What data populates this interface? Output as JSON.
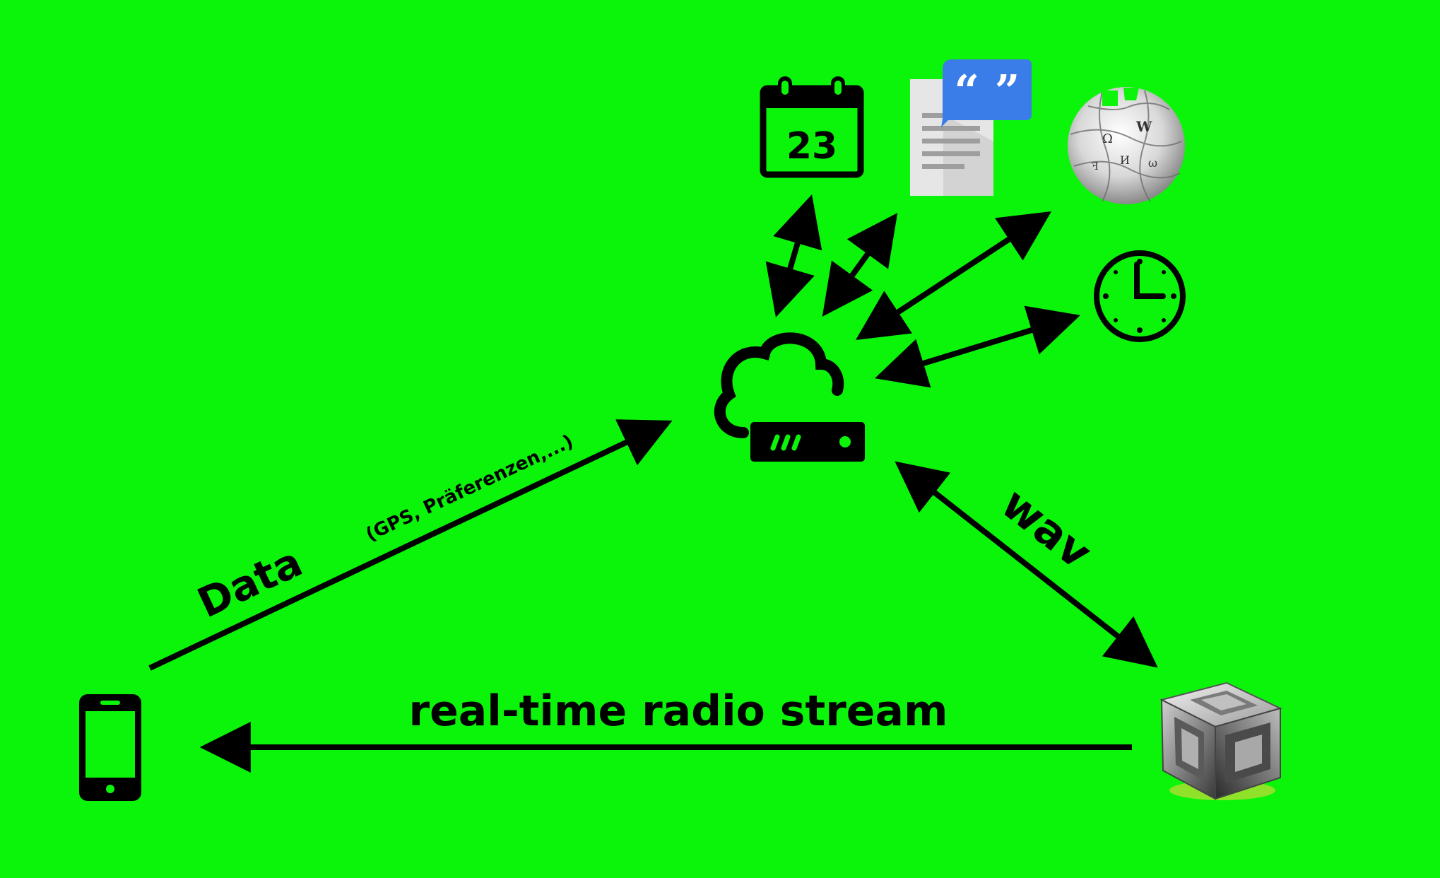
{
  "labels": {
    "data": "Data",
    "data_note": "(GPS, Präferenzen,...)",
    "wav": "wav",
    "stream": "real-time radio stream"
  },
  "calendar": {
    "day": "23"
  },
  "quote_icon": {
    "glyph": "“ ”"
  },
  "colors": {
    "background": "#0af50a",
    "foreground": "#000000",
    "quote_bubble": "#3b7de8",
    "doc_page": "#e6e6e6",
    "doc_fold": "#bdbdbd"
  },
  "nodes": [
    {
      "id": "phone",
      "icon": "smartphone-icon"
    },
    {
      "id": "server",
      "icon": "cloud-server-icon"
    },
    {
      "id": "calendar",
      "icon": "calendar-icon"
    },
    {
      "id": "docs",
      "icon": "google-docs-icon"
    },
    {
      "id": "wikipedia",
      "icon": "wikipedia-globe-icon"
    },
    {
      "id": "clock",
      "icon": "clock-icon"
    },
    {
      "id": "tts",
      "icon": "cube-icon"
    }
  ]
}
